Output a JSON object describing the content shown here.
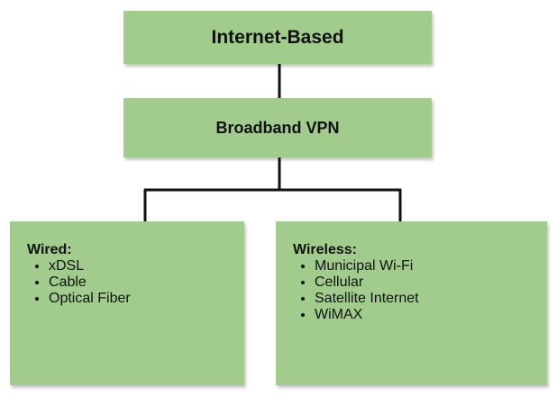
{
  "diagram": {
    "top_node": {
      "label": "Internet-Based"
    },
    "middle_node": {
      "label": "Broadband VPN"
    },
    "wired": {
      "title": "Wired:",
      "items": [
        "xDSL",
        "Cable",
        "Optical Fiber"
      ]
    },
    "wireless": {
      "title": "Wireless:",
      "items": [
        "Municipal Wi-Fi",
        "Cellular",
        "Satellite Internet",
        "WiMAX"
      ]
    },
    "colors": {
      "box_fill": "#a2cc8e",
      "connector": "#111111"
    }
  }
}
